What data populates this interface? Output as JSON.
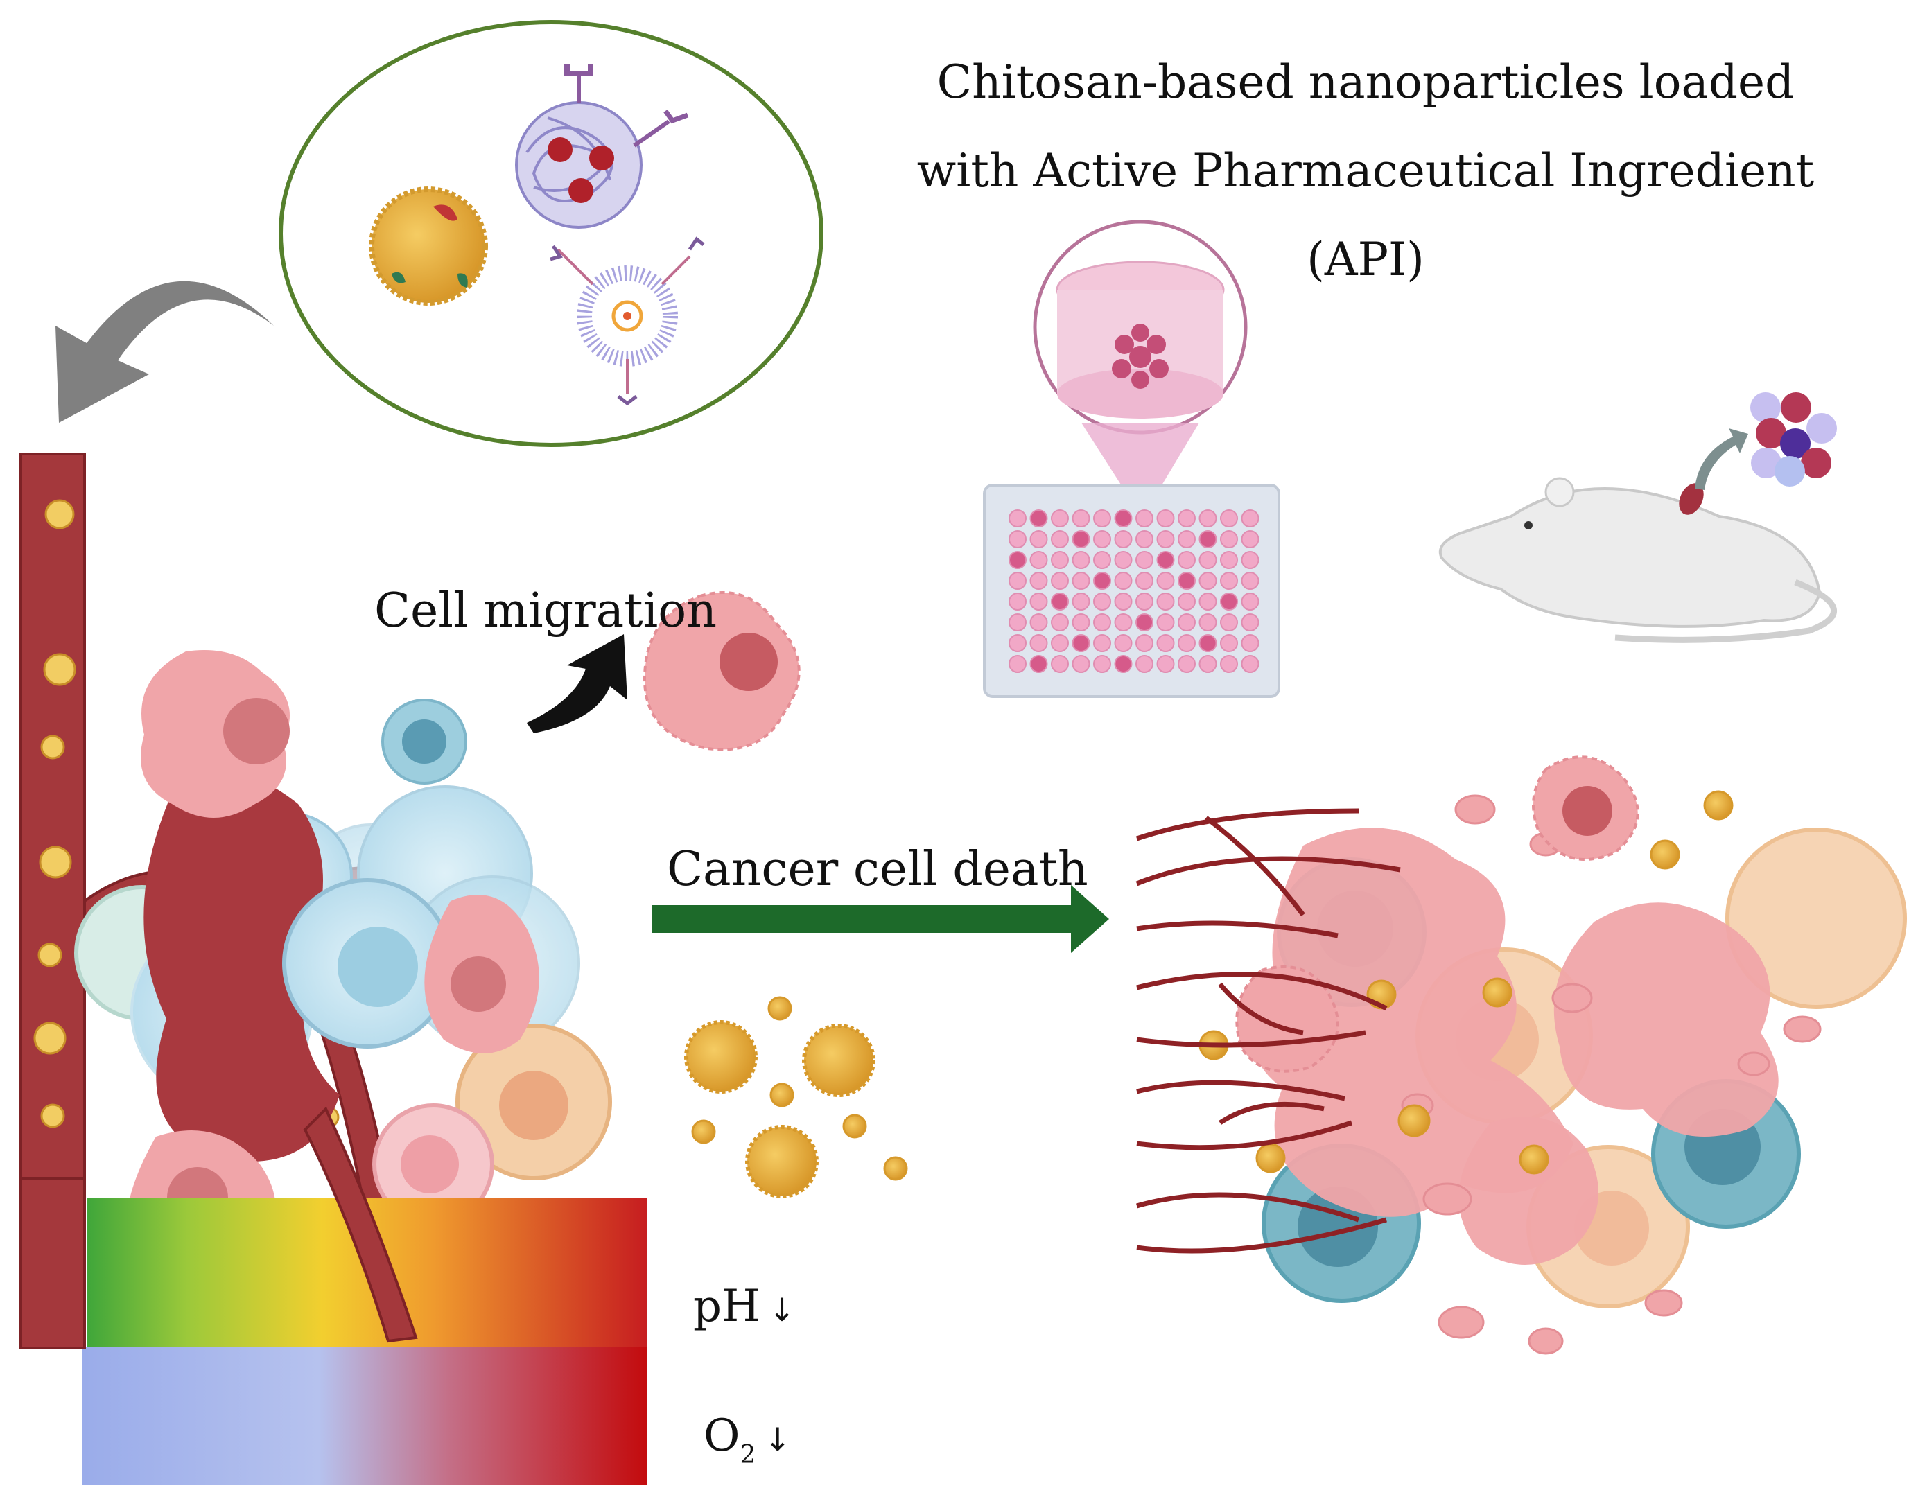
{
  "title_lines": [
    "Chitosan-based nanoparticles loaded",
    "with Active Pharmaceutical Ingredient",
    "(API)"
  ],
  "labels": {
    "cell_migration": "Cell migration",
    "cancer_cell_death": "Cancer cell death",
    "ph": "pH",
    "o2_base": "O",
    "o2_sub": "2",
    "down_arrow": "↓"
  },
  "colors": {
    "vessel": "#a33a3e",
    "vessel_dark": "#7d2226",
    "tumor_pink": "#ef9ea3",
    "tumor_dark": "#a83a40",
    "cyan_cell": "#bfe3f0",
    "teal_cell": "#5a9eb2",
    "peach_cell": "#f4c79c",
    "green_arrow": "#1d6a2a",
    "grey_arrow": "#7f7f7f",
    "ellipse_border": "#4f7f2a",
    "nanoparticle": "#e8b13c"
  },
  "icons": {
    "in_vitro": "well-plate-icon",
    "in_vivo": "mouse-icon",
    "tumor_cluster": "tumor-cluster-icon"
  }
}
